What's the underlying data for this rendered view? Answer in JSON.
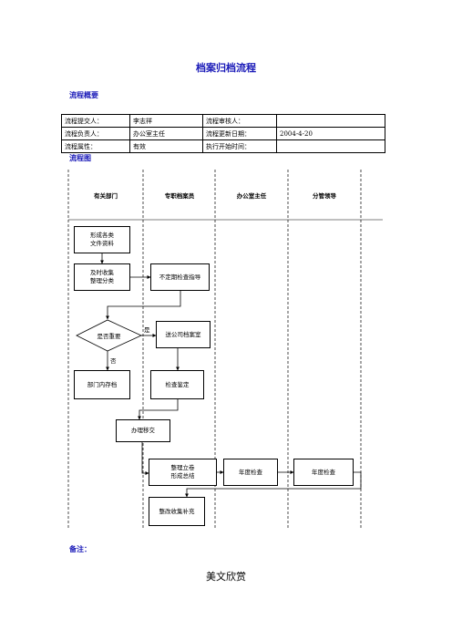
{
  "title": "档案归档流程",
  "overview_heading": "流程概要",
  "info_table": [
    [
      "流程提交人：",
      "李志祥",
      "流程审核人：",
      ""
    ],
    [
      "流程负责人：",
      "办公室主任",
      "流程更新日期：",
      "2004-4-20"
    ],
    [
      "流程属性：",
      "有效",
      "执行开始时间：",
      ""
    ]
  ],
  "diagram_heading": "流程图",
  "lanes": [
    "有关部门",
    "专职档案员",
    "办公室主任",
    "分管领导"
  ],
  "nodes": {
    "form_docs": "形成各类\n文件资料",
    "collect": "及时收集\n整理分类",
    "inspect_guide": "不定期检查指导",
    "important": "是否重要",
    "send_archive": "送公司档案室",
    "dept_store": "部门内存档",
    "check_approve": "检查鉴定",
    "transfer": "办理移交",
    "organize": "整理立卷\n形成总结",
    "annual_check_1": "年度检查",
    "annual_check_2": "年度检查",
    "rectify": "整改收集补充"
  },
  "decision_labels": {
    "yes": "是",
    "no": "否"
  },
  "remarks_label": "备注：",
  "footer_text": "美文欣赏"
}
